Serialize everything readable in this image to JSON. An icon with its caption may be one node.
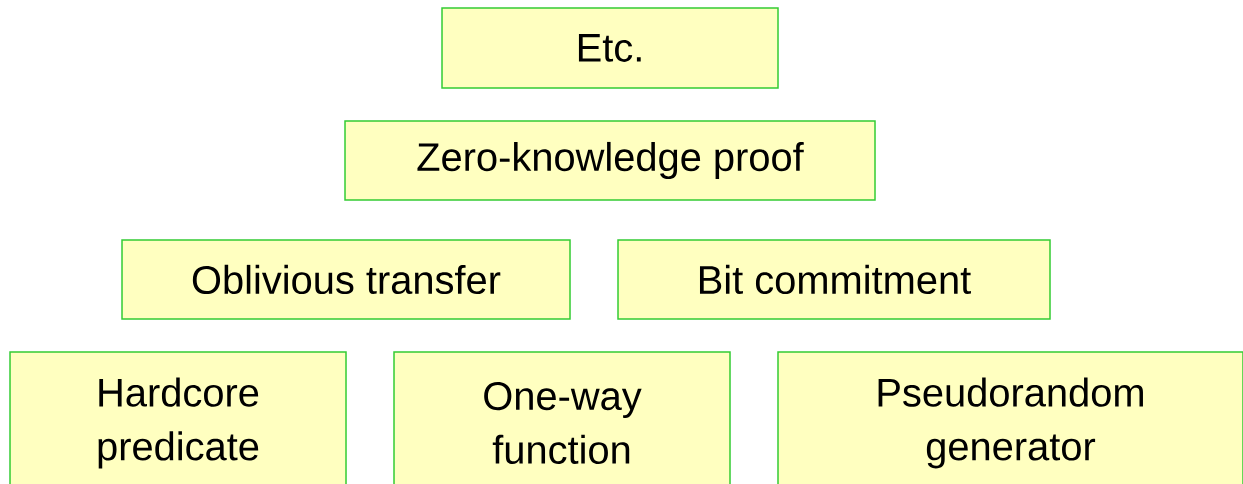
{
  "diagram": {
    "nodes": [
      {
        "text": [
          "Etc."
        ]
      },
      {
        "text": [
          "Zero-knowledge proof"
        ]
      },
      {
        "text": [
          "Oblivious transfer"
        ]
      },
      {
        "text": [
          "Bit commitment"
        ]
      },
      {
        "text": [
          "Hardcore predicate"
        ]
      },
      {
        "text": [
          "One-way function"
        ]
      },
      {
        "text": [
          "Pseudorandom generator"
        ]
      }
    ]
  }
}
